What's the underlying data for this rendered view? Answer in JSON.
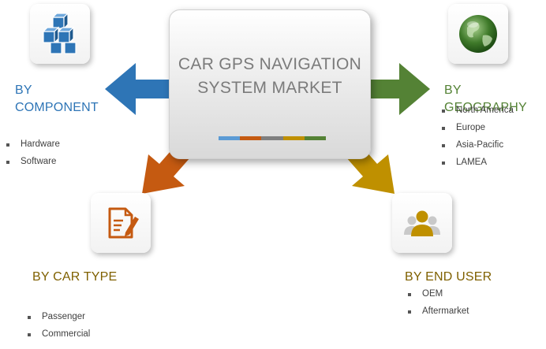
{
  "center": {
    "title": "CAR GPS NAVIGATION\nSYSTEM MARKET",
    "bar_colors": [
      "#5b9bd5",
      "#c55a11",
      "#7f7f7f",
      "#bf9000",
      "#548235"
    ]
  },
  "segments": {
    "component": {
      "heading": "BY\nCOMPONENT",
      "color": "#2e75b6",
      "icon": "cubes-icon",
      "items": [
        "Hardware",
        "Software"
      ]
    },
    "geography": {
      "heading": "BY GEOGRAPHY",
      "color": "#548235",
      "icon": "globe-icon",
      "items": [
        "North America",
        "Europe",
        "Asia-Pacific",
        "LAMEA"
      ]
    },
    "car_type": {
      "heading": "BY CAR TYPE",
      "color": "#7f6000",
      "icon": "document-edit-icon",
      "items": [
        "Passenger",
        "Commercial"
      ]
    },
    "end_user": {
      "heading": "BY END USER",
      "color": "#7f6000",
      "icon": "users-icon",
      "items": [
        "OEM",
        "Aftermarket"
      ]
    }
  },
  "arrow_colors": {
    "left": "#2e75b6",
    "right": "#548235",
    "down_left": "#c55a11",
    "down_right": "#bf9000"
  }
}
